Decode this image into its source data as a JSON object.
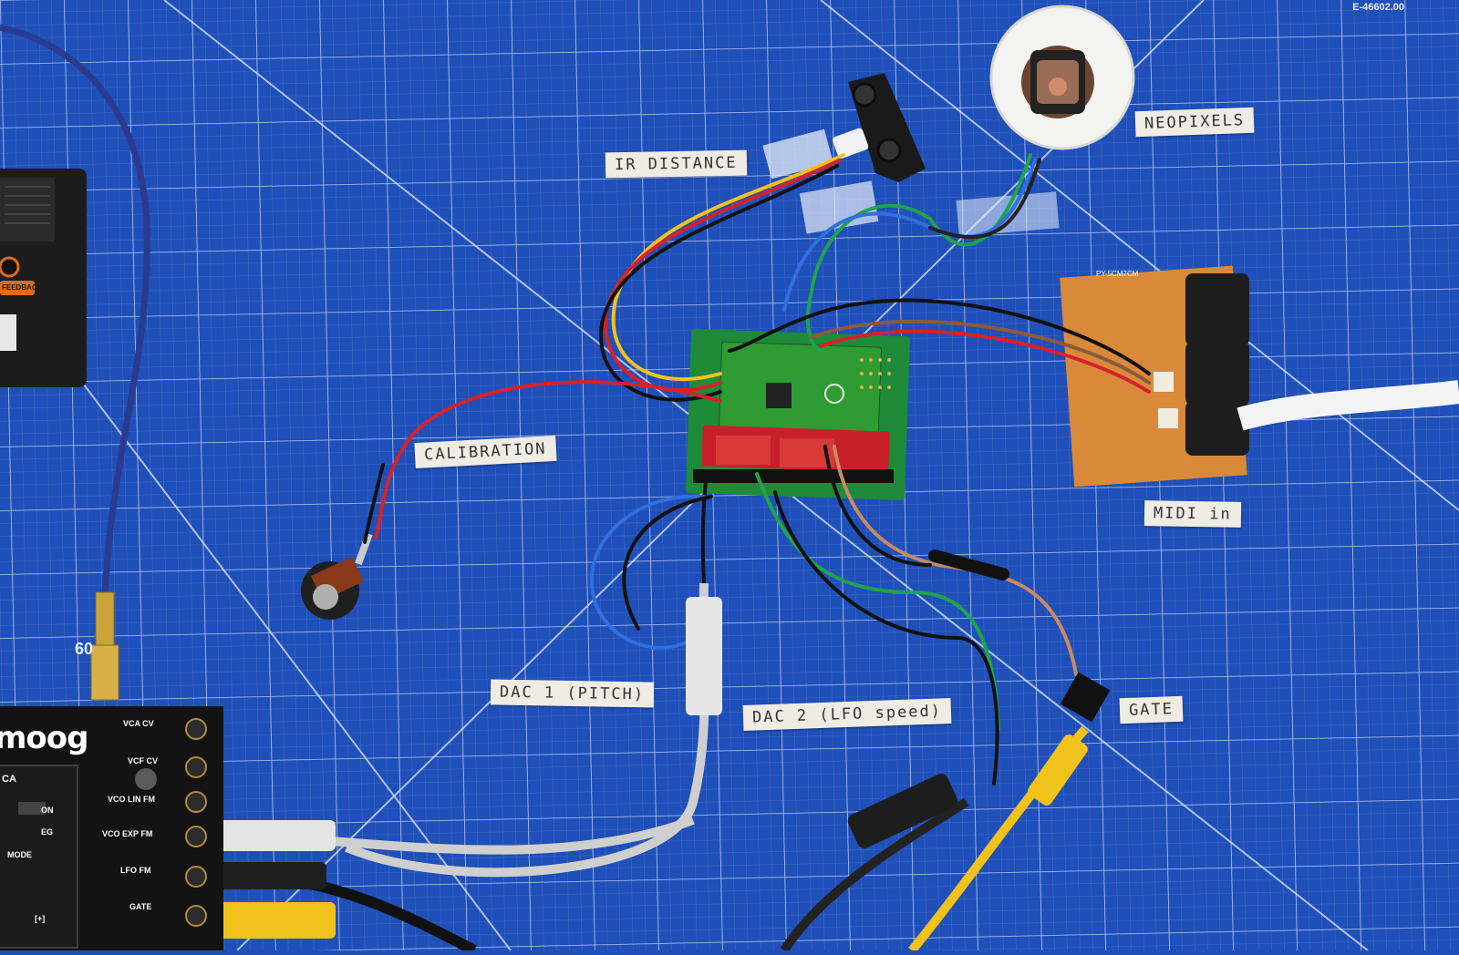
{
  "labels": {
    "ir_distance": "IR DISTANCE",
    "neopixels": "NEOPIXELS",
    "calibration": "CALIBRATION",
    "midi_in": "MIDI in",
    "dac1": "DAC 1 (PITCH)",
    "dac2": "DAC 2 (LFO speed)",
    "gate": "GATE"
  },
  "mat": {
    "corner_code": "E-46602.00",
    "edge_number": "60"
  },
  "moog": {
    "logo": "moog",
    "section": "CA",
    "on": "ON",
    "eg": "EG",
    "mode": "MODE",
    "plus": "[+]",
    "patch_points": [
      "VCA CV",
      "VCF CV",
      "VCO LIN FM",
      "VCO EXP FM",
      "LFO FM",
      "GATE"
    ]
  },
  "feedback_label": "FEEDBACK",
  "protoboard_label": "PY-5CM7CM",
  "colors": {
    "mat_blue": "#1f4fb8",
    "grid_line": "#c9d6f5",
    "tape": "#efece4",
    "pcb_green": "#1e8a3a",
    "protoboard": "#d9893a",
    "red_wire": "#d8202a",
    "yellow_wire": "#f1c21b",
    "green_wire": "#1fa34e",
    "blue_wire": "#2f6fe0"
  }
}
